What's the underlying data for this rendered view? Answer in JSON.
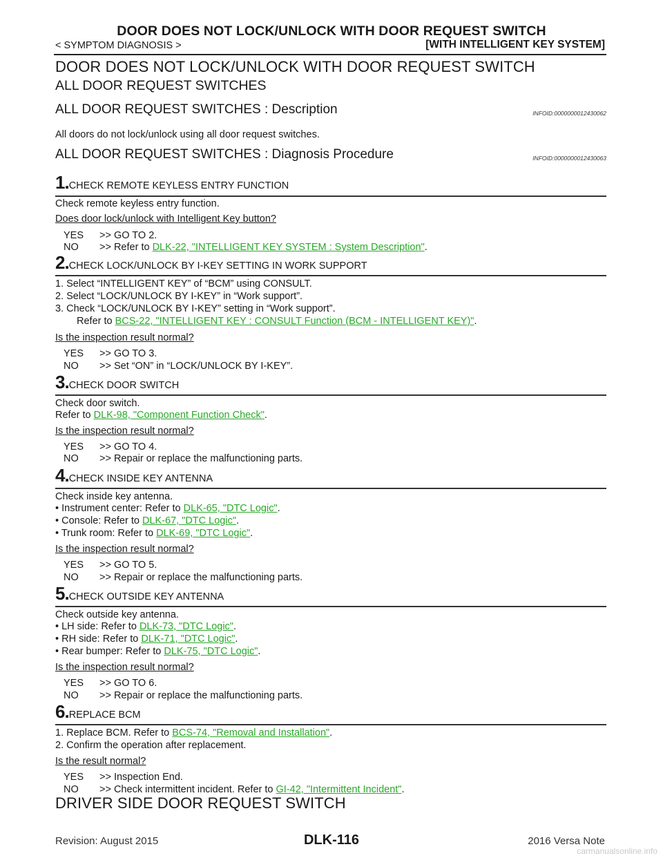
{
  "header": {
    "title": "DOOR DOES NOT LOCK/UNLOCK WITH DOOR REQUEST SWITCH",
    "breadcrumb": "< SYMPTOM DIAGNOSIS >",
    "system": "[WITH INTELLIGENT KEY SYSTEM]"
  },
  "doc": {
    "main_title": "DOOR DOES NOT LOCK/UNLOCK WITH DOOR REQUEST SWITCH",
    "sub_title": "ALL DOOR REQUEST SWITCHES",
    "desc_heading": "ALL DOOR REQUEST SWITCHES : Description",
    "desc_infoid": "INFOID:0000000012430062",
    "desc_text": "All doors do not lock/unlock using all door request switches.",
    "diag_heading": "ALL DOOR REQUEST SWITCHES : Diagnosis Procedure",
    "diag_infoid": "INFOID:0000000012430063",
    "next_heading": "DRIVER SIDE DOOR REQUEST SWITCH"
  },
  "steps": [
    {
      "num": "1.",
      "title": "CHECK REMOTE KEYLESS ENTRY FUNCTION",
      "body": [
        "Check remote keyless entry function."
      ],
      "question": "Does door lock/unlock with Intelligent Key button?",
      "yes_key": "YES",
      "yes_text": ">> GO TO 2.",
      "no_key": "NO",
      "no_text": ">> Refer to ",
      "no_link": "DLK-22, \"INTELLIGENT KEY SYSTEM : System Description\""
    },
    {
      "num": "2.",
      "title": "CHECK LOCK/UNLOCK BY I-KEY SETTING IN WORK SUPPORT",
      "body": [
        "1.   Select “INTELLIGENT KEY” of “BCM” using CONSULT.",
        "2.   Select “LOCK/UNLOCK BY I-KEY” in “Work support”.",
        "3.   Check “LOCK/UNLOCK BY I-KEY” setting in “Work support”."
      ],
      "refer_prefix": "Refer to ",
      "refer_link": "BCS-22, \"INTELLIGENT KEY : CONSULT Function (BCM - INTELLIGENT KEY)\"",
      "question": "Is the inspection result normal?",
      "yes_key": "YES",
      "yes_text": ">> GO TO 3.",
      "no_key": "NO",
      "no_text": ">> Set “ON” in “LOCK/UNLOCK BY I-KEY”."
    },
    {
      "num": "3.",
      "title": "CHECK DOOR SWITCH",
      "body": [
        "Check door switch."
      ],
      "refer_prefix": "Refer to ",
      "refer_link": "DLK-98, \"Component  Function  Check\"",
      "question": "Is the inspection result normal?",
      "yes_key": "YES",
      "yes_text": ">> GO TO 4.",
      "no_key": "NO",
      "no_text": ">> Repair or replace the malfunctioning parts."
    },
    {
      "num": "4.",
      "title": "CHECK INSIDE KEY ANTENNA",
      "body": [
        "Check inside key antenna."
      ],
      "bullets": [
        {
          "prefix": "•  Instrument center: Refer to ",
          "link": "DLK-65, \"DTC Logic\""
        },
        {
          "prefix": "•  Console: Refer to ",
          "link": "DLK-67, \"DTC Logic\""
        },
        {
          "prefix": "•  Trunk room: Refer to ",
          "link": "DLK-69, \"DTC Logic\""
        }
      ],
      "question": "Is the inspection result normal?",
      "yes_key": "YES",
      "yes_text": ">> GO TO 5.",
      "no_key": "NO",
      "no_text": ">> Repair or replace the malfunctioning parts."
    },
    {
      "num": "5.",
      "title": "CHECK OUTSIDE KEY ANTENNA",
      "body": [
        "Check outside key antenna."
      ],
      "bullets": [
        {
          "prefix": "•  LH side: Refer to ",
          "link": "DLK-73, \"DTC Logic\""
        },
        {
          "prefix": "•  RH side: Refer to ",
          "link": "DLK-71, \"DTC Logic\""
        },
        {
          "prefix": "•  Rear bumper: Refer to ",
          "link": "DLK-75, \"DTC Logic\""
        }
      ],
      "question": "Is the inspection result normal?",
      "yes_key": "YES",
      "yes_text": ">> GO TO 6.",
      "no_key": "NO",
      "no_text": ">> Repair or replace the malfunctioning parts."
    },
    {
      "num": "6.",
      "title": "REPLACE BCM",
      "body_prefix": "1.   Replace BCM. Refer to ",
      "body_link": "BCS-74, \"Removal and Installation\"",
      "body2": "2.   Confirm the operation after replacement.",
      "question": "Is the result normal?",
      "yes_key": "YES",
      "yes_text": ">> Inspection End.",
      "no_key": "NO",
      "no_text": ">> Check intermittent incident. Refer to ",
      "no_link": "GI-42, \"Intermittent Incident\""
    }
  ],
  "footer": {
    "revision": "Revision: August 2015",
    "page": "DLK-116",
    "model": "2016 Versa Note",
    "watermark": "carmanualsonline.info"
  },
  "colors": {
    "link": "#2aa82a",
    "text": "#1a1a1a"
  }
}
